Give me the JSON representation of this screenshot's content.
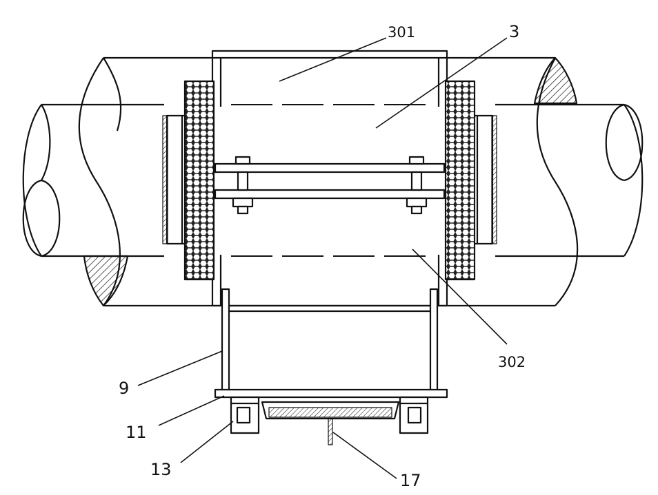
{
  "labels": {
    "l301": "301",
    "l3": "3",
    "l302": "302",
    "l9": "9",
    "l11": "11",
    "l13": "13",
    "l17": "17"
  },
  "colors": {
    "stroke": "#111111",
    "background": "#ffffff"
  }
}
